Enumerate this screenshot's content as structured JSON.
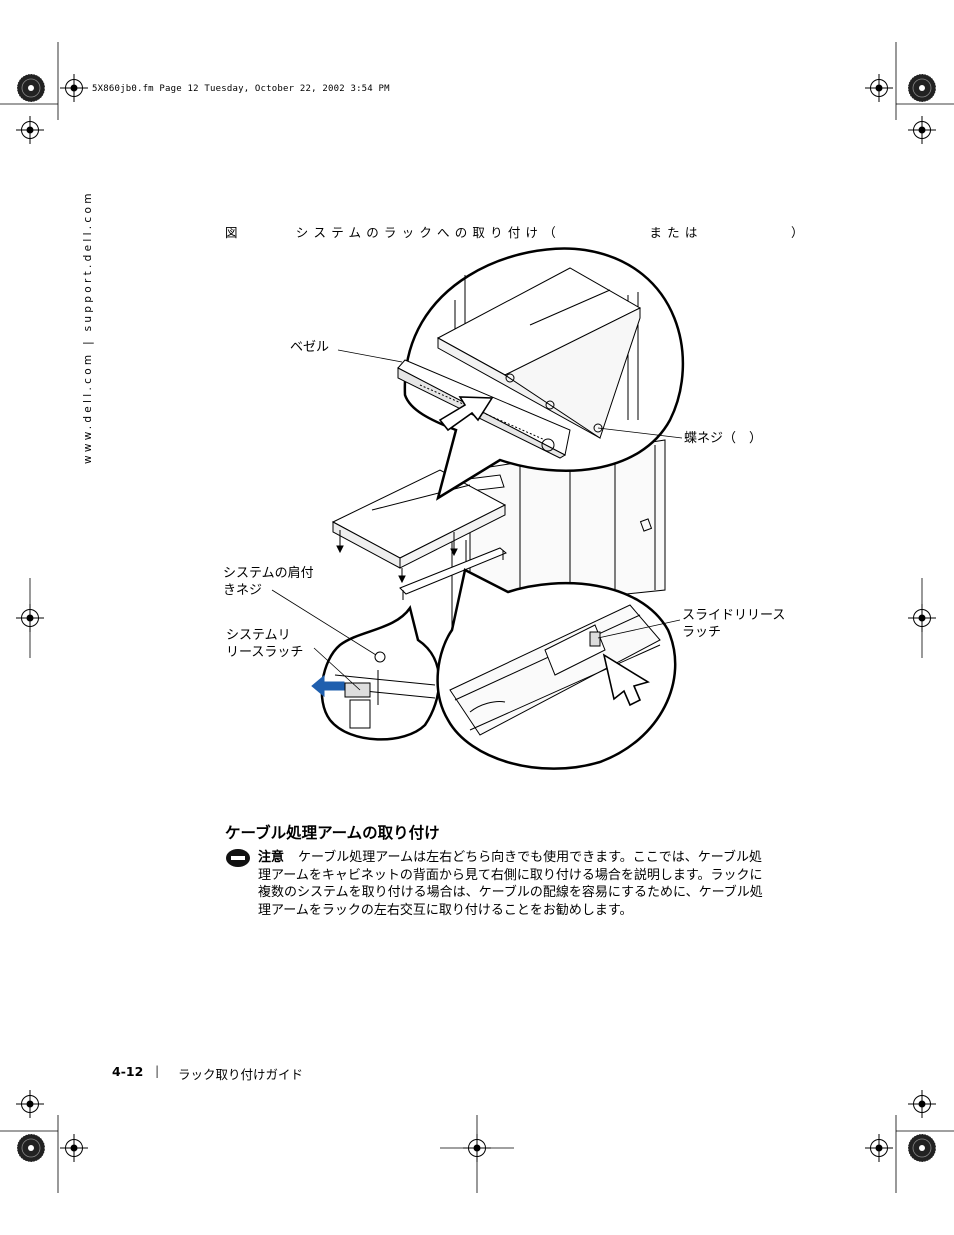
{
  "print_header": "5X860jb0.fm  Page 12  Tuesday, October 22, 2002  3:54 PM",
  "side_url": "www.dell.com | support.dell.com",
  "figure": {
    "caption": "図　　　システムのラックへの取り付け（　　　　　または　　　　　）",
    "callouts": {
      "bezel": "ベゼル",
      "thumbscrew": "蝶ネジ（　）",
      "shoulder_screw": "システムの肩付\nきネジ",
      "slide_release": "スライドリリース\nラッチ",
      "system_release": "システムリ\nリースラッチ"
    }
  },
  "section": {
    "heading": "ケーブル処理アームの取り付け"
  },
  "note": {
    "label": "注意",
    "text": "ケーブル処理アームは左右どちら向きでも使用できます。ここでは、ケーブル処\n理アームをキャビネットの背面から見て右側に取り付ける場合を説明します。ラックに\n複数のシステムを取り付ける場合は、ケーブルの配線を容易にするために、ケーブル処\n理アームをラックの左右交互に取り付けることをお勧めします。"
  },
  "footer": {
    "page_number": "4-12",
    "separator": "|",
    "title": "ラック取り付けガイド"
  },
  "colors": {
    "arrow_blue": "#1f5fae"
  }
}
